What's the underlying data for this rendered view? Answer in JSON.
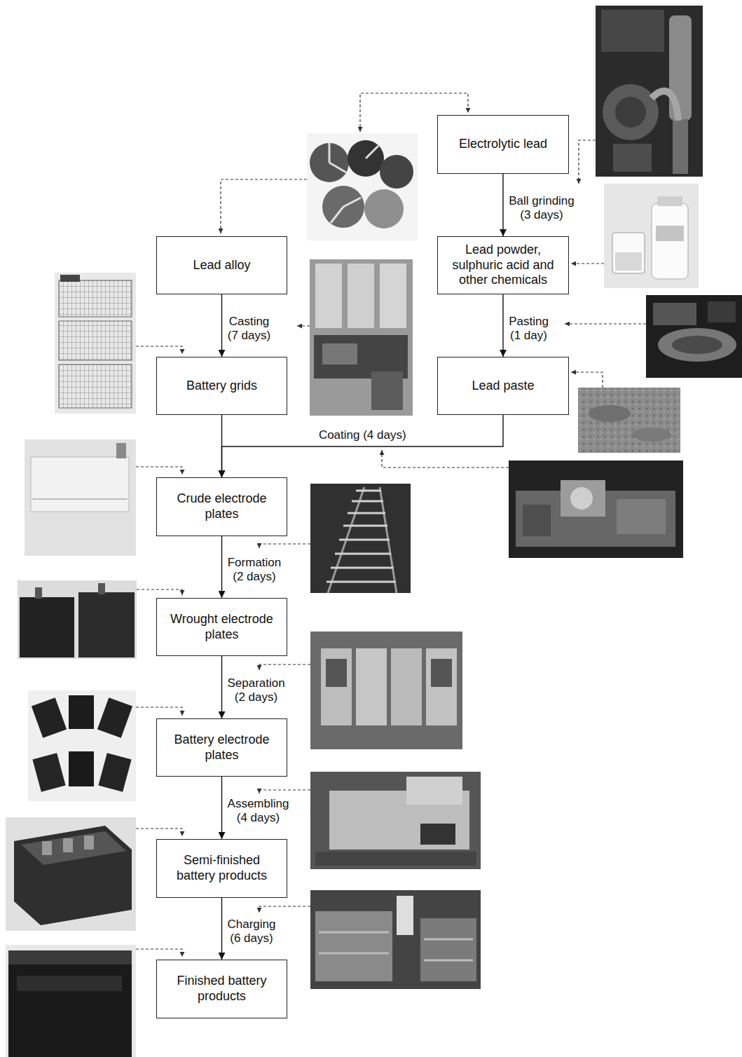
{
  "diagram": {
    "nodes": [
      {
        "text": [
          "Electrolytic lead"
        ]
      },
      {
        "text": [
          "Lead alloy"
        ]
      },
      {
        "text": [
          "Lead powder, sulphuric acid and other chemicals"
        ]
      },
      {
        "text": [
          "Battery grids"
        ]
      },
      {
        "text": [
          "Lead paste"
        ]
      },
      {
        "text": [
          "Crude electrode plates"
        ]
      },
      {
        "text": [
          "Wrought electrode plates"
        ]
      },
      {
        "text": [
          "Battery electrode plates"
        ]
      },
      {
        "text": [
          "Semi-finished battery products"
        ]
      },
      {
        "text": [
          "Finished battery products"
        ]
      }
    ],
    "edges": [
      {
        "from": 0,
        "to": 2,
        "label": "Ball grinding (3 days)",
        "arrow": "to"
      },
      {
        "from": 1,
        "to": 3,
        "label": "Casting (7 days)",
        "arrow": "to"
      },
      {
        "from": 2,
        "to": 4,
        "label": "Pasting (1 day)",
        "arrow": "to"
      },
      {
        "from": 3,
        "to": 5,
        "arrow": "to"
      },
      {
        "from": 4,
        "to": 5,
        "label": "Coating (4 days)",
        "arrow": "to"
      },
      {
        "from": 5,
        "to": 6,
        "label": "Formation (2 days)",
        "arrow": "to"
      },
      {
        "from": 6,
        "to": 7,
        "label": "Separation (2 days)",
        "arrow": "to"
      },
      {
        "from": 7,
        "to": 8,
        "label": "Assembling (4 days)",
        "arrow": "to"
      },
      {
        "from": 8,
        "to": 9,
        "label": "Charging (6 days)",
        "arrow": "to"
      }
    ]
  }
}
